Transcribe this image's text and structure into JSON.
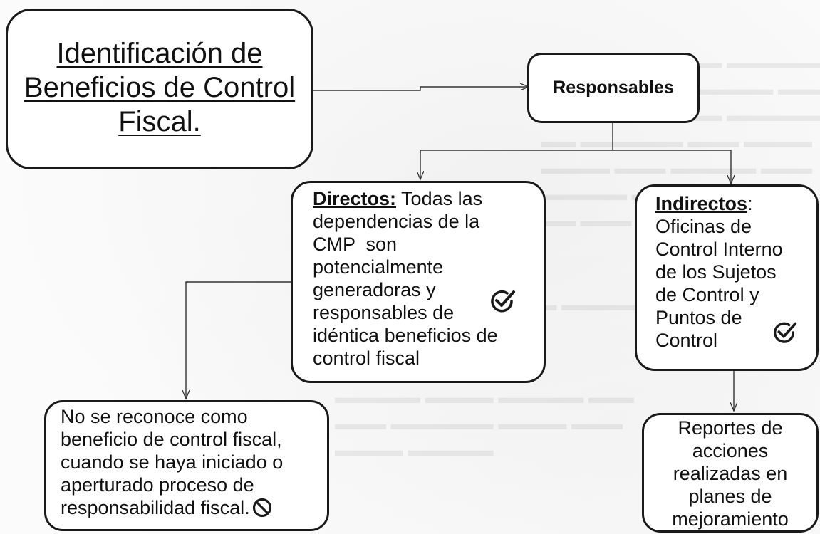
{
  "diagram": {
    "root": {
      "lines": [
        "Identificación de",
        "Beneficios de Control",
        "Fiscal."
      ]
    },
    "responsables": {
      "label": "Responsables"
    },
    "directos": {
      "keyword": "Directos:",
      "lines": [
        "Todas las",
        "dependencias de la",
        "CMP  son",
        "potencialmente",
        "generadoras y",
        "responsables de",
        "idéntica beneficios de",
        "control fiscal"
      ],
      "icon": "check-circle-icon"
    },
    "indirectos": {
      "keyword": "Indirectos",
      "colon": ":",
      "lines": [
        "Oficinas de",
        "Control Interno",
        "de los Sujetos",
        "de Control y",
        "Puntos de",
        "Control"
      ],
      "icon": "check-circle-icon"
    },
    "no_reconoce": {
      "lines": [
        "No se reconoce como",
        "beneficio de control fiscal,",
        "cuando se haya iniciado o",
        "aperturado proceso de",
        "responsabilidad fiscal."
      ],
      "icon": "prohibited-icon"
    },
    "reportes": {
      "lines": [
        "Reportes de",
        "acciones",
        "realizadas en",
        "planes de",
        "mejoramiento"
      ]
    }
  }
}
